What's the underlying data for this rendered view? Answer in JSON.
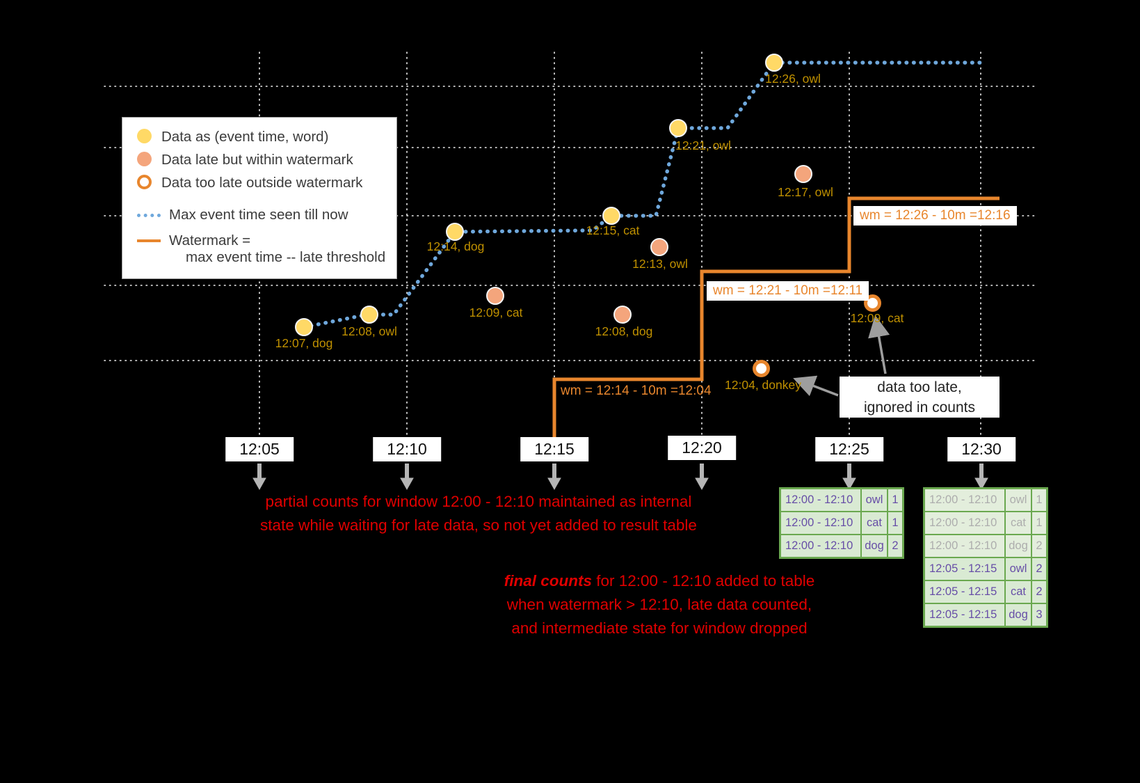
{
  "colors": {
    "background": "#000000",
    "on_time_dot": "#FFD966",
    "late_dot": "#F4A57C",
    "too_late_ring": "#E8862D",
    "max_event_time_line": "#6FA8DC",
    "watermark_line": "#E8862D",
    "point_label_text": "#BF9000",
    "annotation_red": "#E00000",
    "table_border_green": "#6AA84F",
    "table_cell_green": "#D9EAD3",
    "table_text_purple": "#674EA7"
  },
  "legend": {
    "items": [
      {
        "label": "Data as (event time, word)"
      },
      {
        "label": "Data late but within watermark"
      },
      {
        "label": "Data too late outside watermark"
      },
      {
        "label": "Max event time seen till now"
      },
      {
        "label": "Watermark =",
        "label2": "max event time -- late threshold"
      }
    ]
  },
  "points": {
    "on_time": [
      {
        "label": "12:07, dog"
      },
      {
        "label": "12:08, owl"
      },
      {
        "label": "12:14, dog"
      },
      {
        "label": "12:15, cat"
      },
      {
        "label": "12:21, owl"
      },
      {
        "label": "12:26, owl"
      }
    ],
    "late": [
      {
        "label": "12:09, cat"
      },
      {
        "label": "12:13, owl"
      },
      {
        "label": "12:08, dog"
      },
      {
        "label": "12:17, owl"
      }
    ],
    "too_late": [
      {
        "label": "12:04, donkey"
      },
      {
        "label": "12:09, cat"
      }
    ]
  },
  "watermarks": [
    {
      "text": "wm = 12:14 - 10m =12:04"
    },
    {
      "text": "wm = 12:21 - 10m =12:11"
    },
    {
      "text": "wm = 12:26 - 10m =12:16"
    }
  ],
  "axis": {
    "ticks": [
      "12:05",
      "12:10",
      "12:15",
      "12:20",
      "12:25",
      "12:30"
    ]
  },
  "annotations": {
    "partial_line1": "partial counts for window 12:00 - 12:10 maintained as internal",
    "partial_line2": "state while waiting for late data, so not yet added to result table",
    "final_emphasis": "final counts",
    "final_line1_rest": " for 12:00 - 12:10 added to table",
    "final_line2": "when watermark > 12:10, late data counted,",
    "final_line3": "and intermediate state for window dropped",
    "too_late_line1": "data too late,",
    "too_late_line2": "ignored in counts"
  },
  "tables": [
    {
      "rows": [
        {
          "window": "12:00 - 12:10",
          "word": "owl",
          "count": "1"
        },
        {
          "window": "12:00 - 12:10",
          "word": "cat",
          "count": "1"
        },
        {
          "window": "12:00 - 12:10",
          "word": "dog",
          "count": "2"
        }
      ]
    },
    {
      "rows": [
        {
          "window": "12:00 - 12:10",
          "word": "owl",
          "count": "1"
        },
        {
          "window": "12:00 - 12:10",
          "word": "cat",
          "count": "1"
        },
        {
          "window": "12:00 - 12:10",
          "word": "dog",
          "count": "2"
        },
        {
          "window": "12:05 - 12:15",
          "word": "owl",
          "count": "2"
        },
        {
          "window": "12:05 - 12:15",
          "word": "cat",
          "count": "2"
        },
        {
          "window": "12:05 - 12:15",
          "word": "dog",
          "count": "3"
        }
      ]
    }
  ]
}
